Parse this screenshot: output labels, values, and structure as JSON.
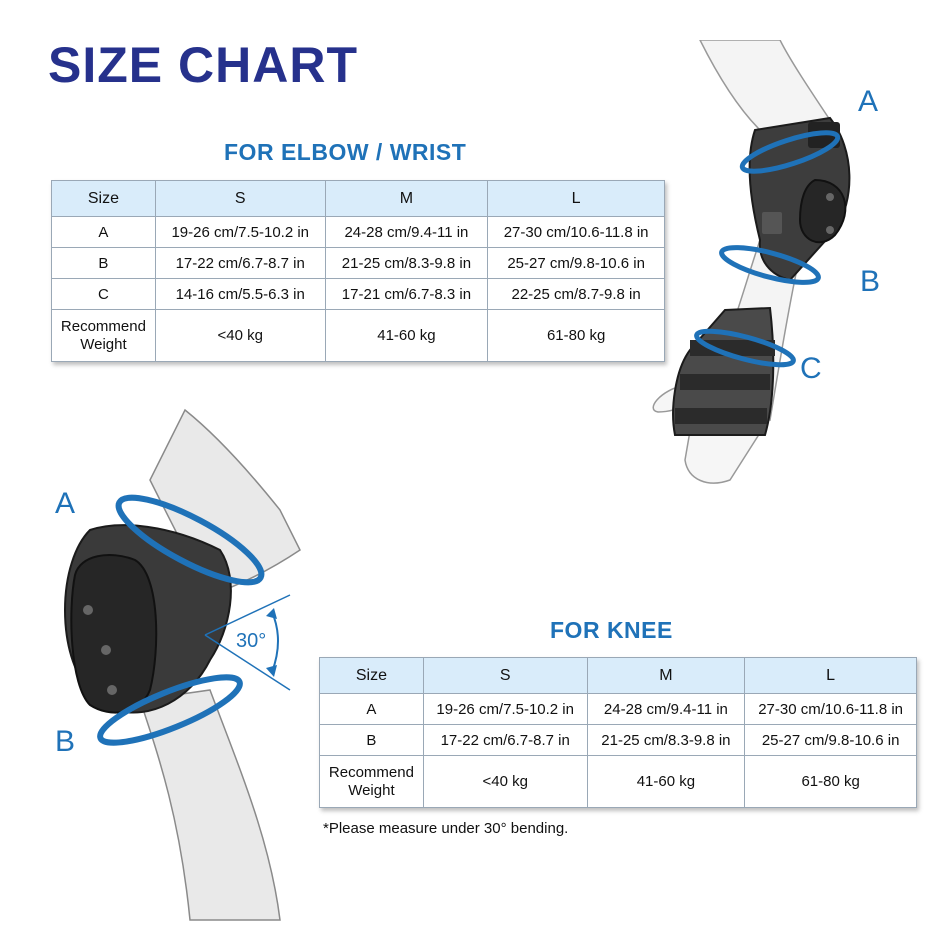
{
  "title": "SIZE CHART",
  "elbow_wrist": {
    "heading": "FOR ELBOW / WRIST",
    "headers": [
      "Size",
      "S",
      "M",
      "L"
    ],
    "rows": [
      [
        "A",
        "19-26 cm/7.5-10.2 in",
        "24-28 cm/9.4-11 in",
        "27-30 cm/10.6-11.8 in"
      ],
      [
        "B",
        "17-22 cm/6.7-8.7 in",
        "21-25 cm/8.3-9.8 in",
        "25-27 cm/9.8-10.6 in"
      ],
      [
        "C",
        "14-16 cm/5.5-6.3 in",
        "17-21 cm/6.7-8.3 in",
        "22-25 cm/8.7-9.8 in"
      ]
    ],
    "weight_label_line1": "Recommend",
    "weight_label_line2": "Weight",
    "weights": [
      "<40 kg",
      "41-60 kg",
      "61-80 kg"
    ]
  },
  "knee": {
    "heading": "FOR KNEE",
    "headers": [
      "Size",
      "S",
      "M",
      "L"
    ],
    "rows": [
      [
        "A",
        "19-26 cm/7.5-10.2 in",
        "24-28 cm/9.4-11 in",
        "27-30 cm/10.6-11.8 in"
      ],
      [
        "B",
        "17-22 cm/6.7-8.7 in",
        "21-25 cm/8.3-9.8 in",
        "25-27 cm/9.8-10.6 in"
      ]
    ],
    "weight_label_line1": "Recommend",
    "weight_label_line2": "Weight",
    "weights": [
      "<40 kg",
      "41-60 kg",
      "61-80 kg"
    ]
  },
  "note": "*Please measure under 30° bending.",
  "arm_labels": {
    "a": "A",
    "b": "B",
    "c": "C"
  },
  "knee_labels": {
    "a": "A",
    "b": "B",
    "angle": "30°"
  },
  "colors": {
    "title": "#26318c",
    "heading": "#1f72b8",
    "header_bg": "#d9ecfa",
    "measure_ring": "#1f72b8"
  }
}
